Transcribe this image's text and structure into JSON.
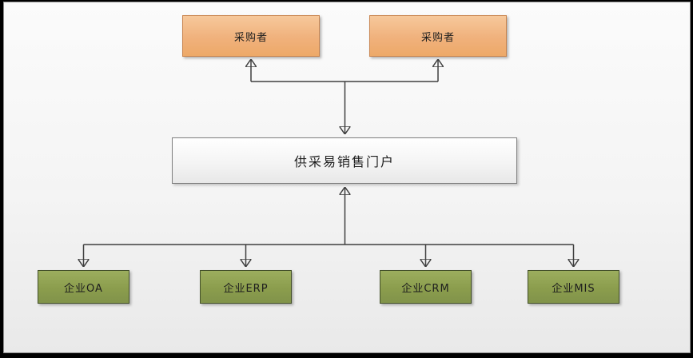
{
  "diagram": {
    "nodes": {
      "purchaser_left": {
        "label": "采购者",
        "type": "actor"
      },
      "purchaser_right": {
        "label": "采购者",
        "type": "actor"
      },
      "portal": {
        "label": "供采易销售门户",
        "type": "portal"
      },
      "oa": {
        "label": "企业OA",
        "type": "system"
      },
      "erp": {
        "label": "企业ERP",
        "type": "system"
      },
      "crm": {
        "label": "企业CRM",
        "type": "system"
      },
      "mis": {
        "label": "企业MIS",
        "type": "system"
      }
    },
    "edges": [
      {
        "id": "portal-purchasers",
        "from": "portal",
        "to": [
          "purchaser_left",
          "purchaser_right"
        ],
        "arrowheads": "both_directions"
      },
      {
        "id": "systems-portal",
        "from": [
          "oa",
          "erp",
          "crm",
          "mis"
        ],
        "to": "portal",
        "arrowheads": "both_directions"
      }
    ]
  },
  "colors": {
    "orange_fill": "#f0b17c",
    "orange_border": "#c9854f",
    "green_fill": "#8b9d4d",
    "green_border": "#44512a",
    "portal_fill": "#ffffff",
    "portal_border": "#7f7f7f",
    "connector": "#3f3f3f",
    "panel_bg_top": "#fbfbfb",
    "panel_bg_bottom": "#e9e9e9"
  }
}
